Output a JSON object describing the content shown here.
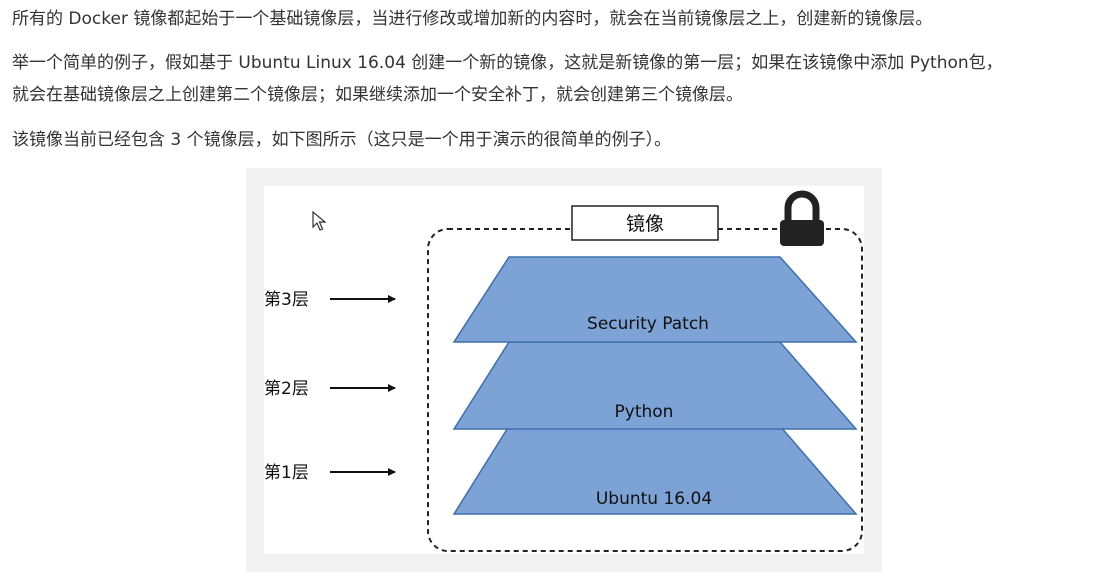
{
  "article": {
    "paragraphs": [
      "所有的 Docker 镜像都起始于一个基础镜像层，当进行修改或增加新的内容时，就会在当前镜像层之上，创建新的镜像层。",
      "举一个简单的例子，假如基于 Ubuntu Linux 16.04 创建一个新的镜像，这就是新镜像的第一层；如果在该镜像中添加 Python包，",
      "就会在基础镜像层之上创建第二个镜像层；如果继续添加一个安全补丁，就会创建第三个镜像层。",
      "该镜像当前已经包含 3 个镜像层，如下图所示（这只是一个用于演示的很简单的例子）。"
    ]
  },
  "diagram": {
    "image_label": "镜像",
    "lock_icon": "lock-icon",
    "layers": [
      {
        "level_label": "第3层",
        "name": "Security Patch"
      },
      {
        "level_label": "第2层",
        "name": "Python"
      },
      {
        "level_label": "第1层",
        "name": "Ubuntu 16.04"
      }
    ],
    "colors": {
      "layer_fill": "#7ca2d6",
      "layer_stroke": "#3f6fa8",
      "figure_bg": "#f2f2f2"
    }
  }
}
